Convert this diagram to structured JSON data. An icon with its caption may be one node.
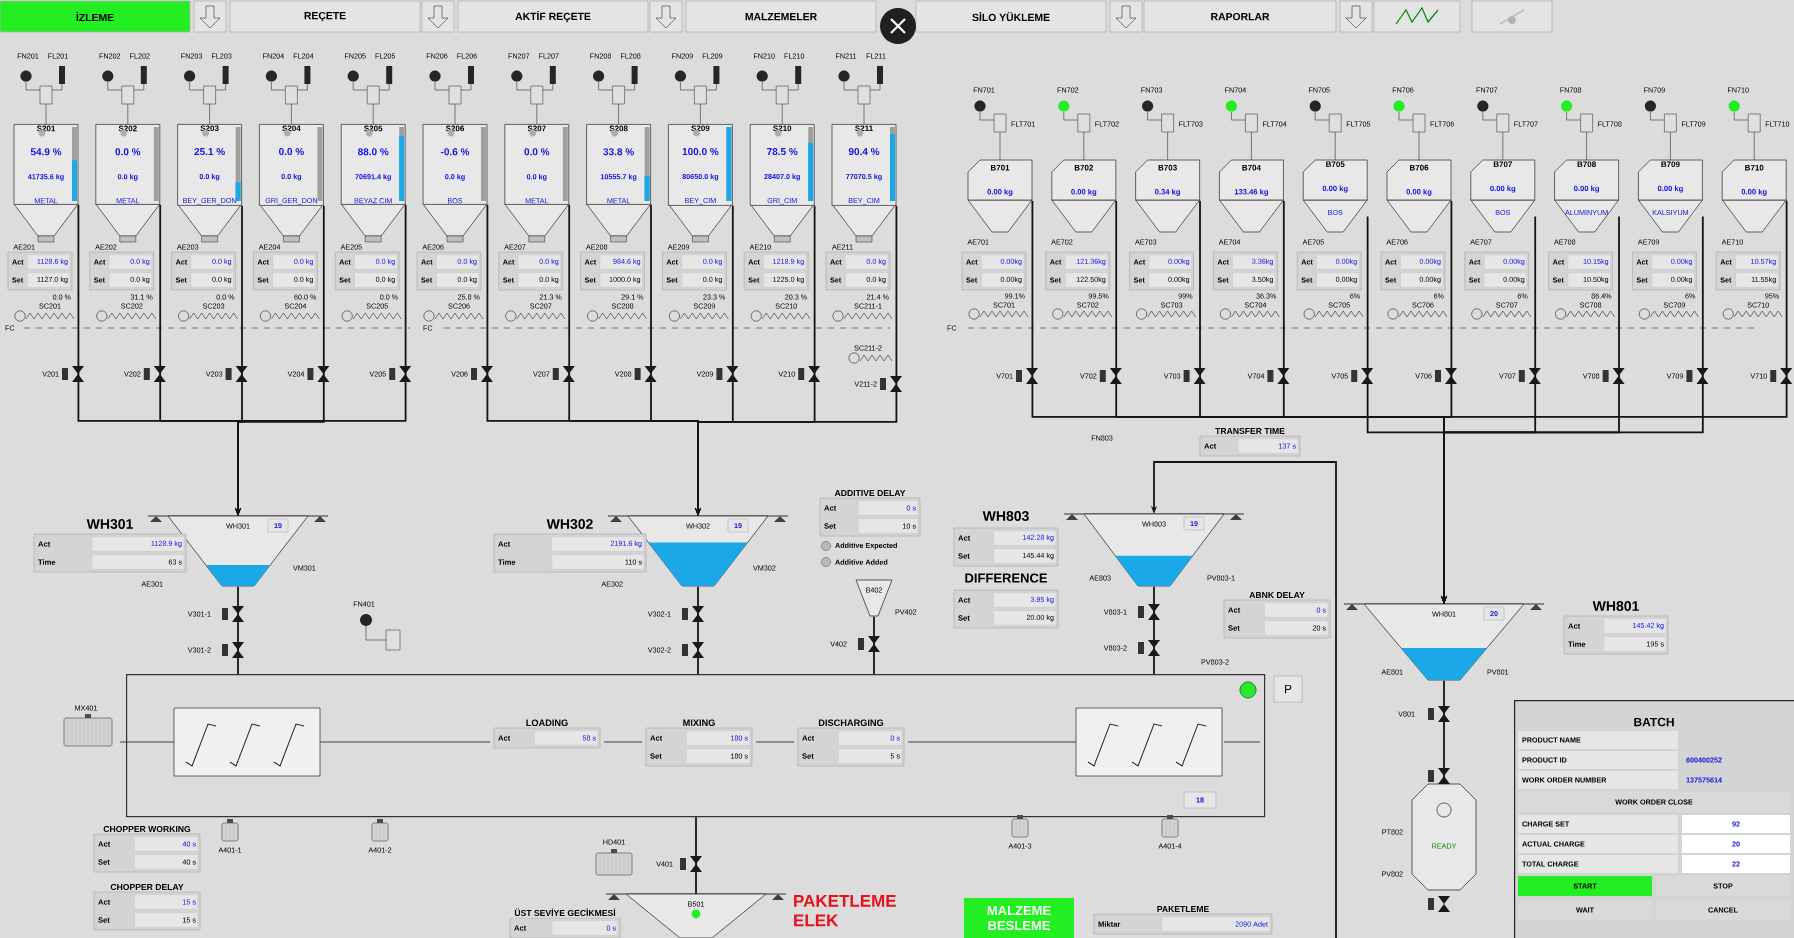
{
  "diagram": {
    "nodes": [
      {
        "text": [
          "S201",
          "54.9 %",
          "41735.6 kg",
          "METAL"
        ],
        "beside": [
          "FN201",
          "FL201",
          "AE201",
          "Act",
          "1128.6 kg",
          "Set",
          "1127.0 kg",
          "0.0 %",
          "SC201"
        ]
      },
      {
        "text": [
          "S202",
          "0.0 %",
          "0.0 kg",
          "METAL"
        ],
        "beside": [
          "FN202",
          "FL202",
          "AE202",
          "Act",
          "0.0 kg",
          "Set",
          "0.0 kg",
          "31.1 %",
          "SC202"
        ]
      },
      {
        "text": [
          "S203",
          "25.1 %",
          "0.0 kg",
          "BEY_GER_DON"
        ],
        "beside": [
          "FN203",
          "FL203",
          "AE203",
          "Act",
          "0.0 kg",
          "Set",
          "0.0 kg",
          "0.0 %",
          "SC203"
        ]
      },
      {
        "text": [
          "S204",
          "0.0 %",
          "0.0 kg",
          "GRI_GER_DON"
        ],
        "beside": [
          "FN204",
          "FL204",
          "AE204",
          "Act",
          "0.0 kg",
          "Set",
          "0.0 kg",
          "60.0 %",
          "SC204"
        ]
      },
      {
        "text": [
          "S205",
          "88.0 %",
          "70691.4 kg",
          "BEYAZ CIM"
        ],
        "beside": [
          "FN205",
          "FL205",
          "AE205",
          "Act",
          "0.0 kg",
          "Set",
          "0.0 kg",
          "0.0 %",
          "SC205"
        ]
      },
      {
        "text": [
          "S206",
          "-0.6 %",
          "0.0 kg",
          "BOS"
        ],
        "beside": [
          "FN206",
          "FL206",
          "AE206",
          "Act",
          "0.0 kg",
          "Set",
          "0.0 kg",
          "25.8 %",
          "SC206"
        ]
      },
      {
        "text": [
          "S207",
          "0.0 %",
          "0.0 kg",
          "METAL"
        ],
        "beside": [
          "FN207",
          "FL207",
          "AE207",
          "Act",
          "0.0 kg",
          "Set",
          "0.0 kg",
          "21.3 %",
          "SC207"
        ]
      },
      {
        "text": [
          "S208",
          "33.8 %",
          "10555.7 kg",
          "METAL"
        ],
        "beside": [
          "FN208",
          "FL208",
          "AE208",
          "Act",
          "984.6 kg",
          "Set",
          "1000.0 kg",
          "29.1 %",
          "SC208"
        ]
      },
      {
        "text": [
          "S209",
          "100.0 %",
          "80650.0 kg",
          "BEY_CIM"
        ],
        "beside": [
          "FN209",
          "FL209",
          "AE209",
          "Act",
          "0.0 kg",
          "Set",
          "0.0 kg",
          "23.3 %",
          "SC209"
        ]
      },
      {
        "text": [
          "S210",
          "78.5 %",
          "28407.0 kg",
          "GRI_CIM"
        ],
        "beside": [
          "FN210",
          "FL210",
          "AE210",
          "Act",
          "1218.9 kg",
          "Set",
          "1225.0 kg",
          "20.3 %",
          "SC210"
        ]
      },
      {
        "text": [
          "S211",
          "90.4 %",
          "77070.5 kg",
          "BEY_CIM"
        ],
        "beside": [
          "FN211",
          "FL211",
          "AE211",
          "Act",
          "0.0 kg",
          "Set",
          "0.0 kg",
          "21.4 %",
          "SC211-1"
        ]
      },
      {
        "text": [
          "B701",
          "0.00 kg"
        ],
        "beside": [
          "AE701",
          "Act",
          "0.00kg",
          "Set",
          "0.00kg",
          "99.1%",
          "SC701"
        ]
      },
      {
        "text": [
          "B702",
          "0.00 kg"
        ],
        "beside": [
          "AE702",
          "Act",
          "121.36kg",
          "Set",
          "122.50kg",
          "99.5%",
          "SC702"
        ]
      },
      {
        "text": [
          "B703",
          "0.34 kg"
        ],
        "beside": [
          "AE703",
          "Act",
          "0.00kg",
          "Set",
          "0.00kg",
          "99%",
          "SC703"
        ]
      },
      {
        "text": [
          "B704",
          "133.46 kg"
        ],
        "beside": [
          "AE704",
          "Act",
          "3.36kg",
          "Set",
          "3.50kg",
          "36.3%",
          "SC704"
        ]
      },
      {
        "text": [
          "B705",
          "0.00 kg",
          "BOS"
        ],
        "beside": [
          "AE705",
          "Act",
          "0.00kg",
          "Set",
          "0.00kg",
          "6%",
          "SC705"
        ]
      },
      {
        "text": [
          "B706",
          "0.00 kg"
        ],
        "beside": [
          "AE706",
          "Act",
          "0.00kg",
          "Set",
          "0.00kg",
          "6%",
          "SC706"
        ]
      },
      {
        "text": [
          "B707",
          "0.00 kg",
          "BOS"
        ],
        "beside": [
          "AE707",
          "Act",
          "0.00kg",
          "Set",
          "0.00kg",
          "6%",
          "SC707"
        ]
      },
      {
        "text": [
          "B708",
          "0.00 kg",
          "ALUMINYUM"
        ],
        "beside": [
          "AE708",
          "Act",
          "10.15kg",
          "Set",
          "10.50kg",
          "86.4%",
          "SC708"
        ]
      },
      {
        "text": [
          "B709",
          "0.00 kg",
          "KALSIYUM"
        ],
        "beside": [
          "AE709",
          "Act",
          "0.00kg",
          "Set",
          "0.00kg",
          "6%",
          "SC709"
        ]
      },
      {
        "text": [
          "B710",
          "0.00 kg"
        ],
        "beside": [
          "AE710",
          "Act",
          "10.57kg",
          "Set",
          "11.55kg",
          "95%",
          "SC710"
        ]
      },
      {
        "text": [
          "WH301",
          "19"
        ],
        "beside": [
          "WH301",
          "Act",
          "1128.9 kg",
          "Time",
          "63 s",
          "AE301",
          "VM301",
          "V301-1"
        ]
      },
      {
        "text": [
          "WH302",
          "19"
        ],
        "beside": [
          "WH302",
          "Act",
          "2191.6 kg",
          "Time",
          "110 s",
          "AE302",
          "VM302",
          "V302-1"
        ]
      },
      {
        "text": [
          "WH803",
          "19"
        ],
        "beside": [
          "WH803",
          "Act",
          "142.28 kg",
          "Set",
          "145.44 kg",
          "DIFFERENCE",
          "Act",
          "3.95 kg",
          "Set",
          "20.00 kg",
          "AE803",
          "PV803-1",
          "V803-1"
        ]
      },
      {
        "text": [
          "B402"
        ],
        "beside": [
          "PV402",
          "V402"
        ]
      },
      {
        "text": [
          "WH801",
          "20"
        ],
        "beside": [
          "WH801",
          "Act",
          "145.42 kg",
          "Time",
          "195 s",
          "AE801",
          "PV801"
        ]
      },
      {
        "text": [],
        "shape": "box"
      },
      {
        "text": [
          "B501"
        ]
      },
      {
        "text": [
          "READY"
        ]
      },
      {
        "text": [
          "BATCH",
          "PRODUCT NAME",
          "PRODUCT ID",
          "600400252",
          "WORK ORDER NUMBER",
          "137575614",
          "WORK ORDER CLOSE",
          "CHARGE SET",
          "92",
          "ACTUAL CHARGE",
          "20",
          "TOTAL CHARGE",
          "22",
          "START",
          "STOP",
          "WAIT",
          "CANCEL"
        ]
      }
    ],
    "edges": [
      {
        "from": 0,
        "to": 21,
        "arrow": "to"
      },
      {
        "from": 1,
        "to": 21,
        "arrow": "to"
      },
      {
        "from": 2,
        "to": 21,
        "arrow": "to"
      },
      {
        "from": 3,
        "to": 21,
        "arrow": "to"
      },
      {
        "from": 4,
        "to": 21,
        "arrow": "to"
      },
      {
        "from": 5,
        "to": 22,
        "arrow": "to"
      },
      {
        "from": 6,
        "to": 22,
        "arrow": "to"
      },
      {
        "from": 7,
        "to": 22,
        "arrow": "to"
      },
      {
        "from": 8,
        "to": 22,
        "arrow": "to"
      },
      {
        "from": 9,
        "to": 22,
        "arrow": "to"
      },
      {
        "from": 10,
        "to": 22,
        "arrow": "to"
      },
      {
        "from": 11,
        "to": 25,
        "arrow": "to"
      },
      {
        "from": 12,
        "to": 25,
        "arrow": "to"
      },
      {
        "from": 13,
        "to": 25,
        "arrow": "to"
      },
      {
        "from": 14,
        "to": 25,
        "arrow": "to"
      },
      {
        "from": 15,
        "to": 25,
        "arrow": "to"
      },
      {
        "from": 16,
        "to": 25,
        "arrow": "to"
      },
      {
        "from": 17,
        "to": 25,
        "arrow": "to"
      },
      {
        "from": 18,
        "to": 25,
        "arrow": "to"
      },
      {
        "from": 19,
        "to": 25,
        "arrow": "to"
      },
      {
        "from": 20,
        "to": 25,
        "arrow": "to"
      },
      {
        "from": 21,
        "to": 26,
        "arrow": "none"
      },
      {
        "from": 22,
        "to": 26,
        "arrow": "none"
      },
      {
        "from": 24,
        "to": 26,
        "arrow": "none"
      },
      {
        "from": 23,
        "to": 26,
        "arrow": "none"
      },
      {
        "from": null,
        "to": 23,
        "arrow": "to"
      },
      {
        "from": 26,
        "to": 27,
        "arrow": "none"
      },
      {
        "from": 25,
        "to": 28,
        "arrow": "none"
      }
    ],
    "labels": [
      "İZLEME",
      "REÇETE",
      "AKTİF REÇETE",
      "MALZEMELER",
      "SİLO YÜKLEME",
      "RAPORLAR",
      "FC",
      "FC",
      "FC",
      "ADDITIVE DELAY",
      "Act",
      "0 s",
      "Set",
      "10 s",
      "Additive Expected",
      "Additive Added",
      "TRANSFER TIME",
      "Act",
      "137 s",
      "ABNK DELAY",
      "Act",
      "0 s",
      "Set",
      "20 s",
      "FN401",
      "MX401",
      "18",
      "P",
      "CHOPPER WORKING",
      "Act",
      "40 s",
      "Set",
      "40 s",
      "CHOPPER DELAY",
      "Act",
      "15 s",
      "Set",
      "15 s",
      "A401-1",
      "A401-2",
      "A401-3",
      "A401-4",
      "HD401",
      "V401",
      "ÜST SEVİYE GECİKMESİ",
      "Act",
      "0 s",
      "PAKETLEME ELEK",
      "MALZEME BESLEME",
      "LOADING",
      "Act",
      "58 s",
      "MIXING",
      "Act",
      "180 s",
      "Set",
      "180 s",
      "DISCHARGING",
      "Act",
      "0 s",
      "Set",
      "5 s",
      "PAKETLEME",
      "Miktar",
      "2090 Adet",
      "V201",
      "V202",
      "V203",
      "V204",
      "V205",
      "V206",
      "V207",
      "V208",
      "V209",
      "V210",
      "V211-2",
      "V701",
      "V702",
      "V703",
      "V704",
      "V705",
      "V706",
      "V707",
      "V708",
      "V709",
      "V710",
      "FN701",
      "FN702",
      "FN703",
      "FN704",
      "FN705",
      "FN706",
      "FN707",
      "FN708",
      "FN709",
      "FN710",
      "FLT701",
      "FLT702",
      "FLT703",
      "FLT704",
      "FLT705",
      "FLT706",
      "FLT707",
      "FLT708",
      "FLT709",
      "FLT710",
      "SC211-2",
      "V301-2",
      "V302-2",
      "V803-2",
      "PV803-2",
      "FN803",
      "V801",
      "PT802",
      "PV802"
    ]
  }
}
